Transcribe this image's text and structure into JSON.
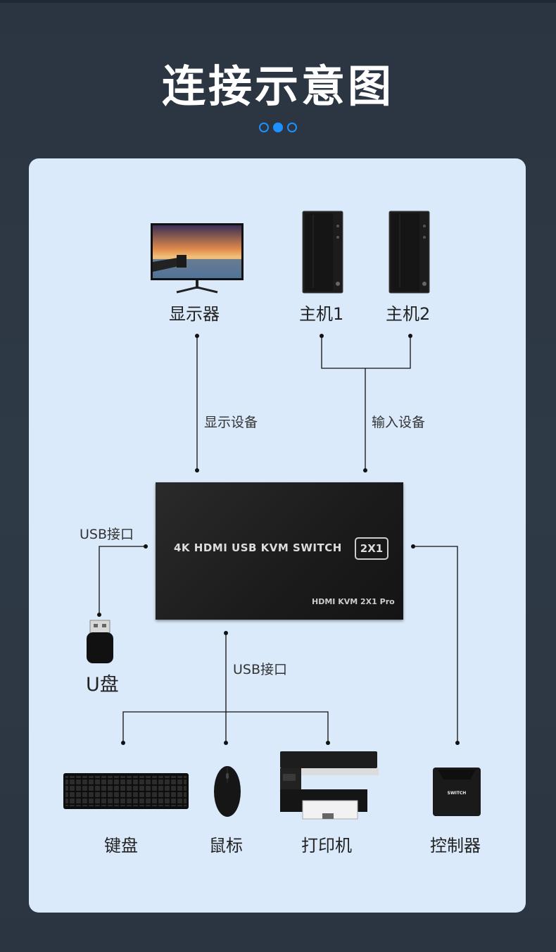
{
  "header": {
    "title": "连接示意图"
  },
  "diagram": {
    "nodes": {
      "monitor": "显示器",
      "host1": "主机1",
      "host2": "主机2",
      "udisk": "U盘",
      "keyboard": "键盘",
      "mouse": "鼠标",
      "printer": "打印机",
      "controller": "控制器"
    },
    "connectors": {
      "display": "显示设备",
      "input": "输入设备",
      "usb_left": "USB接口",
      "usb_bottom": "USB接口"
    },
    "switch": {
      "title": "4K HDMI USB KVM SWITCH",
      "badge": "2X1",
      "model": "HDMI KVM 2X1 Pro"
    },
    "controller_label": "SWITCH"
  }
}
